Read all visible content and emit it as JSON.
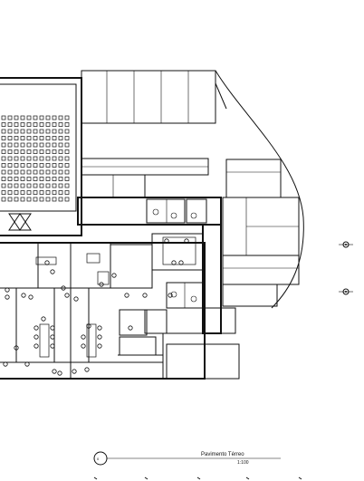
{
  "drawing": {
    "title": "Pavimento Térreo",
    "scale": "1:100",
    "section_marker": "0"
  },
  "colors": {
    "line": "#111111",
    "background": "#ffffff"
  }
}
